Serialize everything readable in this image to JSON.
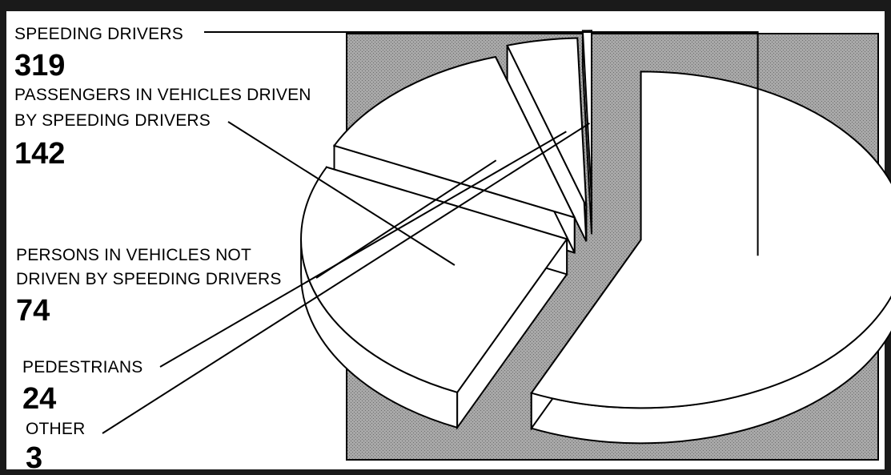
{
  "chart_data": {
    "type": "pie",
    "title": "",
    "slices": [
      {
        "label_line1": "SPEEDING DRIVERS",
        "label_line2": "",
        "value": 319
      },
      {
        "label_line1": "PASSENGERS IN VEHICLES DRIVEN",
        "label_line2": "BY SPEEDING DRIVERS",
        "value": 142
      },
      {
        "label_line1": "PERSONS IN VEHICLES NOT",
        "label_line2": "DRIVEN BY SPEEDING DRIVERS",
        "value": 74
      },
      {
        "label_line1": "PEDESTRIANS",
        "label_line2": "",
        "value": 24
      },
      {
        "label_line1": "OTHER",
        "label_line2": "",
        "value": 3
      }
    ]
  },
  "colors": {
    "slice_fill": "#ffffff",
    "backdrop": "#a8a8a8",
    "frame": "#1a1a1a",
    "ink": "#000000"
  }
}
